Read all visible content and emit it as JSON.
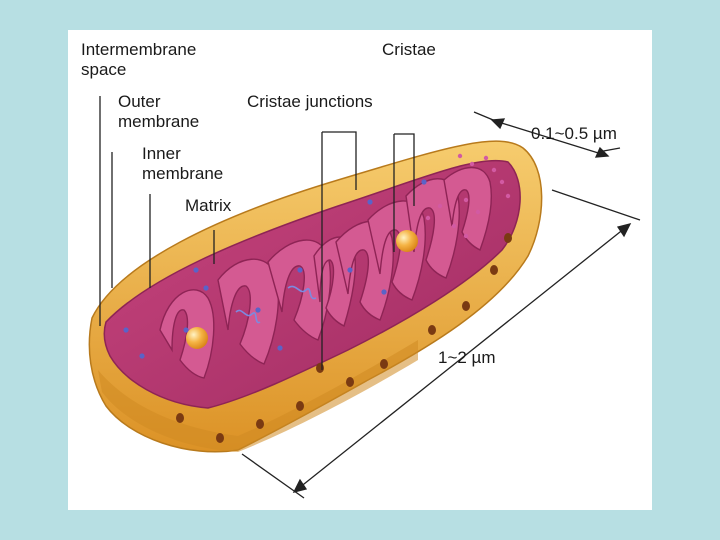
{
  "labels": {
    "intermembrane_space": [
      "Intermembrane",
      "space"
    ],
    "outer_membrane": [
      "Outer",
      "membrane"
    ],
    "inner_membrane": [
      "Inner",
      "membrane"
    ],
    "matrix": "Matrix",
    "cristae": "Cristae",
    "cristae_junctions": "Cristae junctions",
    "width_measure": "0.1~0.5 µm",
    "length_measure": "1~2 µm"
  },
  "colors": {
    "background": "#b7dfe3",
    "outer_membrane": "#e9a93a",
    "outer_membrane_light": "#f6cc6e",
    "inner_membrane": "#c8457e",
    "matrix": "#b0356c",
    "granule": "#5a63c8",
    "ribosome": "#d25aa3",
    "lipid_droplet": "#f2a52b"
  }
}
